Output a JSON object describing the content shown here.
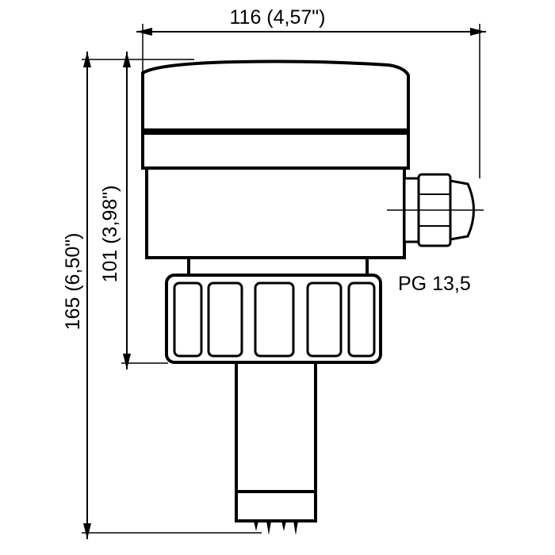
{
  "dimensions": {
    "width": "116 (4,57\")",
    "height_total": "165 (6,50\")",
    "height_housing": "101 (3,98\")"
  },
  "labels": {
    "cable_gland": "PG 13,5"
  },
  "colors": {
    "line": "#000000",
    "background": "#ffffff"
  }
}
